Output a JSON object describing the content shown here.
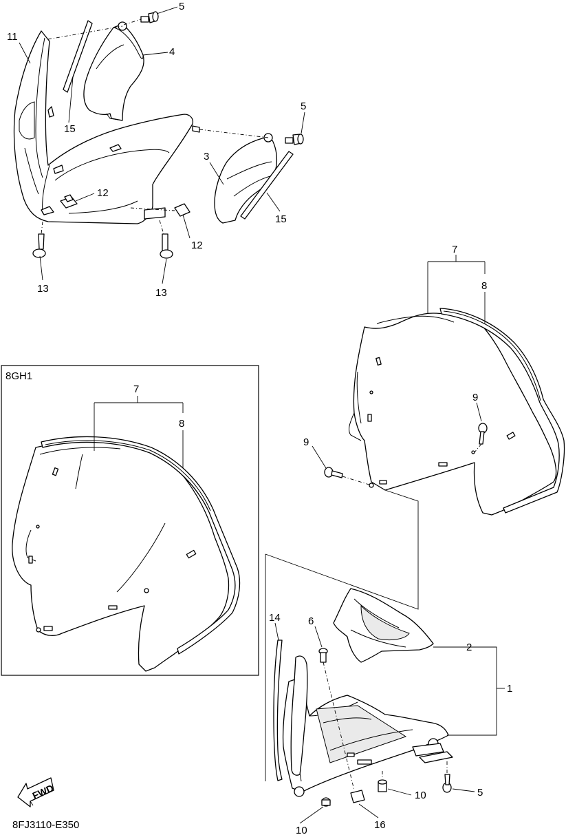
{
  "diagram_id": "8FJ3110-E350",
  "variant_box_label": "8GH1",
  "fwd_label": "FWD",
  "callouts": {
    "c1": "1",
    "c2": "2",
    "c3": "3",
    "c4": "4",
    "c5a": "5",
    "c5b": "5",
    "c5c": "5",
    "c6": "6",
    "c7a": "7",
    "c7b": "7",
    "c8a": "8",
    "c8b": "8",
    "c9a": "9",
    "c9b": "9",
    "c10a": "10",
    "c10b": "10",
    "c11": "11",
    "c12a": "12",
    "c12b": "12",
    "c13a": "13",
    "c13b": "13",
    "c14": "14",
    "c15a": "15",
    "c15b": "15",
    "c16": "16"
  }
}
